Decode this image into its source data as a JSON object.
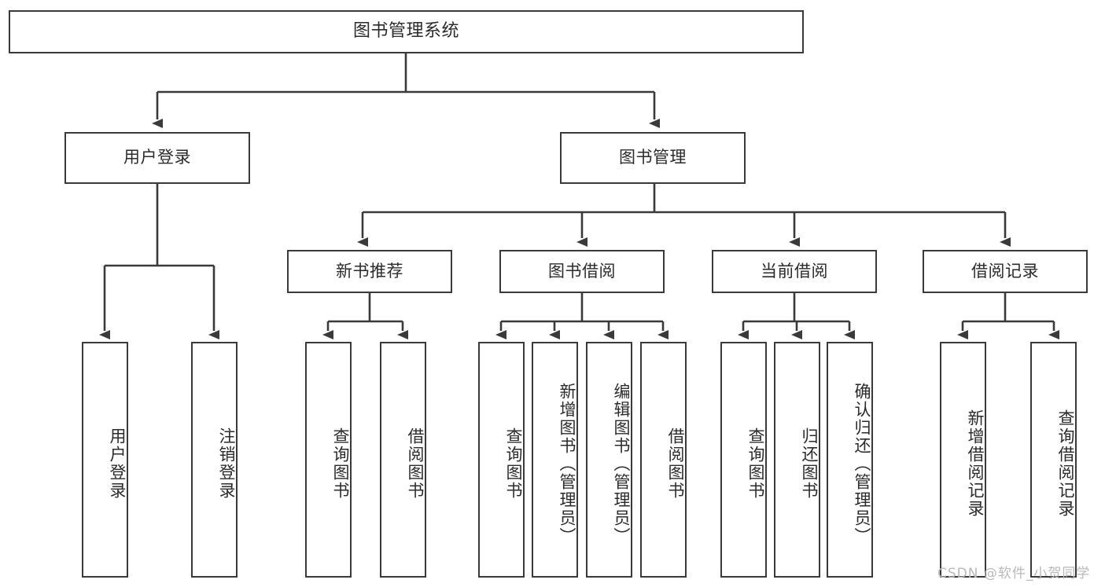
{
  "diagram": {
    "type": "tree-hierarchy-diagram",
    "root": {
      "label": "图书管理系统"
    },
    "level2": [
      {
        "label": "用户登录"
      },
      {
        "label": "图书管理"
      }
    ],
    "level3": [
      {
        "label": "新书推荐"
      },
      {
        "label": "图书借阅"
      },
      {
        "label": "当前借阅"
      },
      {
        "label": "借阅记录"
      }
    ],
    "leaves": {
      "user_login": [
        {
          "label": "用户登录"
        },
        {
          "label": "注销登录"
        }
      ],
      "new_book_recommend": [
        {
          "label": "查询图书"
        },
        {
          "label": "借阅图书"
        }
      ],
      "book_borrow": [
        {
          "label": "查询图书"
        },
        {
          "label": "新增图书（管理员）"
        },
        {
          "label": "编辑图书（管理员）"
        },
        {
          "label": "借阅图书"
        }
      ],
      "current_borrow": [
        {
          "label": "查询图书"
        },
        {
          "label": "归还图书"
        },
        {
          "label": "确认归还（管理员）"
        }
      ],
      "borrow_record": [
        {
          "label": "新增借阅记录"
        },
        {
          "label": "查询借阅记录"
        }
      ]
    }
  },
  "watermark": {
    "text": "CSDN @软件_小贺同学"
  },
  "colors": {
    "stroke": "#3a3a3a",
    "background": "#ffffff",
    "text": "#2b2b2b",
    "watermark": "#b9b9b9"
  }
}
